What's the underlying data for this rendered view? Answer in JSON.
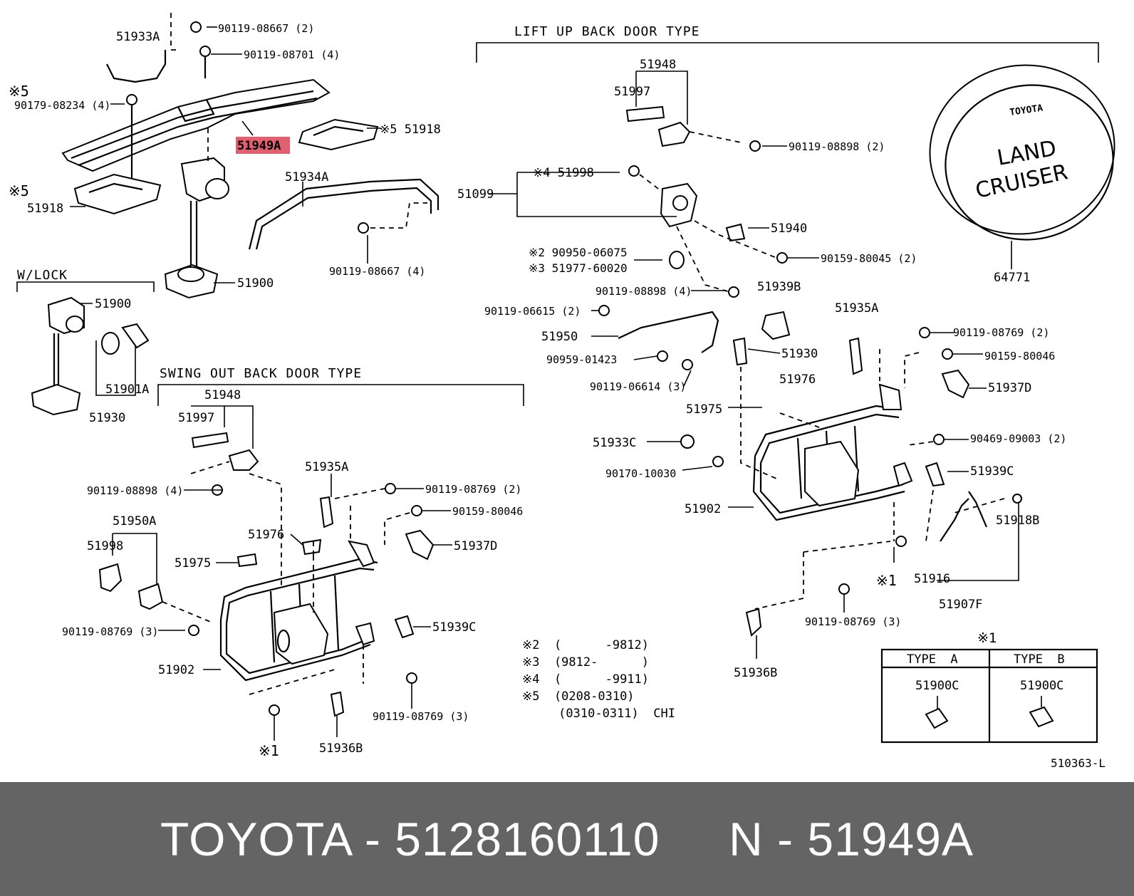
{
  "diagram": {
    "section_titles": {
      "lift_up": "LIFT UP BACK DOOR TYPE",
      "swing_out": "SWING OUT BACK DOOR TYPE",
      "wlock": "W/LOCK"
    },
    "labels": {
      "p51933A": "51933A",
      "p90119_08667_2": "90119-08667 (2)",
      "p90119_08701_4": "90119-08701 (4)",
      "star5_a": "※5",
      "p90179_08234_4": "90179-08234 (4)",
      "p51949A": "51949A",
      "star5_51918_right": "※5 51918",
      "star5_b": "※5",
      "p51918_left": "51918",
      "p51934A": "51934A",
      "p90119_08667_4": "90119-08667 (4)",
      "p51900_top": "51900",
      "wl_51900": "51900",
      "wl_51901A": "51901A",
      "wl_51930": "51930",
      "lu_51948": "51948",
      "lu_51997": "51997",
      "lu_90119_08898_2": "90119-08898 (2)",
      "lu_star4_51998": "※4 51998",
      "lu_51099": "51099",
      "lu_51940": "51940",
      "lu_90159_80045_2": "90159-80045 (2)",
      "lu_star2_90950": "※2 90950-06075",
      "lu_star3_51977": "※3 51977-60020",
      "lu_90119_08898_4": "90119-08898 (4)",
      "lu_51939B": "51939B",
      "lu_90119_06615_2": "90119-06615 (2)",
      "lu_51950": "51950",
      "lu_90959_01423": "90959-01423",
      "lu_51930": "51930",
      "lu_90119_06614_3": "90119-06614 (3)",
      "lu_51935A": "51935A",
      "lu_90119_08769_2": "90119-08769 (2)",
      "lu_90159_80046": "90159-80046",
      "lu_51937D": "51937D",
      "lu_51976": "51976",
      "lu_51975": "51975",
      "lu_51933C": "51933C",
      "lu_90469_09003_2": "90469-09003 (2)",
      "lu_90170_10030": "90170-10030",
      "lu_51939C": "51939C",
      "lu_51902": "51902",
      "lu_51918B": "51918B",
      "lu_star1": "※1",
      "lu_51916": "51916",
      "lu_51907F": "51907F",
      "lu_90119_08769_3": "90119-08769 (3)",
      "lu_51936B": "51936B",
      "so_51948": "51948",
      "so_51997": "51997",
      "so_90119_08898_4": "90119-08898 (4)",
      "so_51935A": "51935A",
      "so_90119_08769_2": "90119-08769 (2)",
      "so_90159_80046": "90159-80046",
      "so_51950A": "51950A",
      "so_51998": "51998",
      "so_51976": "51976",
      "so_51937D": "51937D",
      "so_51975": "51975",
      "so_90119_08769_3_left": "90119-08769 (3)",
      "so_51939C": "51939C",
      "so_51902": "51902",
      "so_90119_08769_3_right": "90119-08769 (3)",
      "so_star1": "※1",
      "so_51936B": "51936B",
      "p64771": "64771",
      "tire_brand": "TOYOTA",
      "tire_land": "LAND",
      "tire_cruiser": "CRUISER"
    },
    "notes": [
      "※2  (      -9812)",
      "※3  (9812-      )",
      "※4  (      -9911)",
      "※5  (0208-0310)",
      "     (0310-0311)  CHI"
    ],
    "type_table": {
      "title": "※1",
      "headers": [
        "TYPE  A",
        "TYPE  B"
      ],
      "cells": [
        "51900C",
        "51900C"
      ]
    },
    "ref_code": "510363-L",
    "highlight_color": "#e06070"
  },
  "footer": {
    "caption": "TOYOTA - 5128160110     N - 51949A"
  }
}
